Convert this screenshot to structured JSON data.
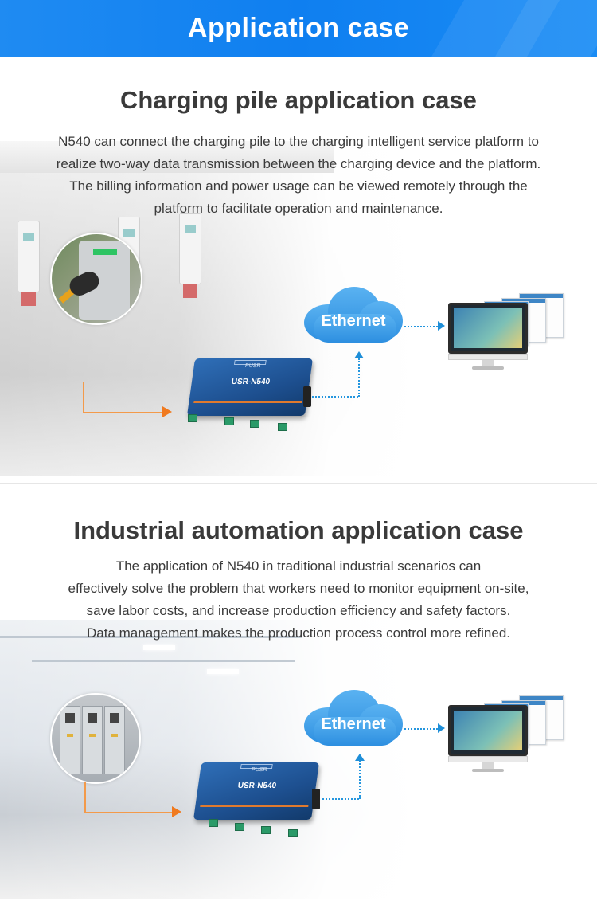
{
  "banner": {
    "title": "Application case"
  },
  "section1": {
    "title": "Charging pile application case",
    "lines": [
      "N540 can connect the charging pile to the charging intelligent service platform to",
      "realize two-way data transmission between the charging device and the platform.",
      "The billing information and power usage can be viewed remotely through the",
      "platform to facilitate operation and maintenance."
    ],
    "cloud_label": "Ethernet",
    "device": {
      "model": "USR-N540",
      "brand": "PUSR"
    }
  },
  "section2": {
    "title": "Industrial automation application case",
    "lines": [
      "The application of N540 in traditional industrial scenarios can",
      "effectively solve the problem that workers need to monitor equipment on-site,",
      "save labor costs, and increase production efficiency and safety factors.",
      "Data management makes the production process control more refined."
    ],
    "cloud_label": "Ethernet",
    "device": {
      "model": "USR-N540",
      "brand": "PUSR"
    }
  },
  "colors": {
    "banner": "#1a8cf5",
    "cloud": "#2d8fe0",
    "orange_arrow": "#f07a1f",
    "blue_arrow": "#1e8ed8",
    "device": "#1d4f8f"
  },
  "icons": [
    "cloud-icon",
    "monitor-icon",
    "arrow-right-icon",
    "arrow-up-icon"
  ]
}
